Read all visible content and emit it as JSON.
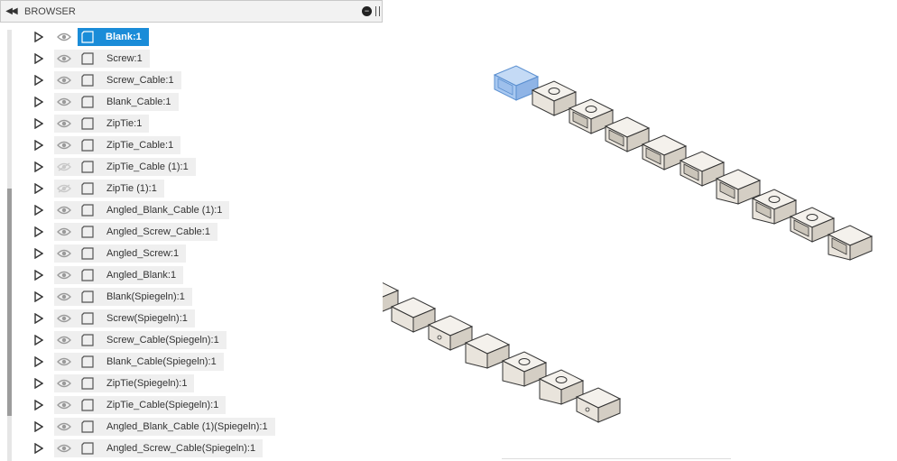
{
  "panel": {
    "title": "BROWSER",
    "collapse_icon": "double-chevron-left-icon"
  },
  "tree": {
    "items": [
      {
        "label": "Blank:1",
        "selected": true,
        "visible": true
      },
      {
        "label": "Screw:1",
        "selected": false,
        "visible": true
      },
      {
        "label": "Screw_Cable:1",
        "selected": false,
        "visible": true
      },
      {
        "label": "Blank_Cable:1",
        "selected": false,
        "visible": true
      },
      {
        "label": "ZipTie:1",
        "selected": false,
        "visible": true
      },
      {
        "label": "ZipTie_Cable:1",
        "selected": false,
        "visible": true
      },
      {
        "label": "ZipTie_Cable (1):1",
        "selected": false,
        "visible": false
      },
      {
        "label": "ZipTie (1):1",
        "selected": false,
        "visible": false
      },
      {
        "label": "Angled_Blank_Cable (1):1",
        "selected": false,
        "visible": true
      },
      {
        "label": "Angled_Screw_Cable:1",
        "selected": false,
        "visible": true
      },
      {
        "label": "Angled_Screw:1",
        "selected": false,
        "visible": true
      },
      {
        "label": "Angled_Blank:1",
        "selected": false,
        "visible": true
      },
      {
        "label": "Blank(Spiegeln):1",
        "selected": false,
        "visible": true
      },
      {
        "label": "Screw(Spiegeln):1",
        "selected": false,
        "visible": true
      },
      {
        "label": "Screw_Cable(Spiegeln):1",
        "selected": false,
        "visible": true
      },
      {
        "label": "Blank_Cable(Spiegeln):1",
        "selected": false,
        "visible": true
      },
      {
        "label": "ZipTie(Spiegeln):1",
        "selected": false,
        "visible": true
      },
      {
        "label": "ZipTie_Cable(Spiegeln):1",
        "selected": false,
        "visible": true
      },
      {
        "label": "Angled_Blank_Cable (1)(Spiegeln):1",
        "selected": false,
        "visible": true
      },
      {
        "label": "Angled_Screw_Cable(Spiegeln):1",
        "selected": false,
        "visible": true
      }
    ]
  },
  "colors": {
    "selection": "#1a8cd8",
    "part_fill": "#e9e4dc",
    "part_selected": "#a8c8f0"
  }
}
